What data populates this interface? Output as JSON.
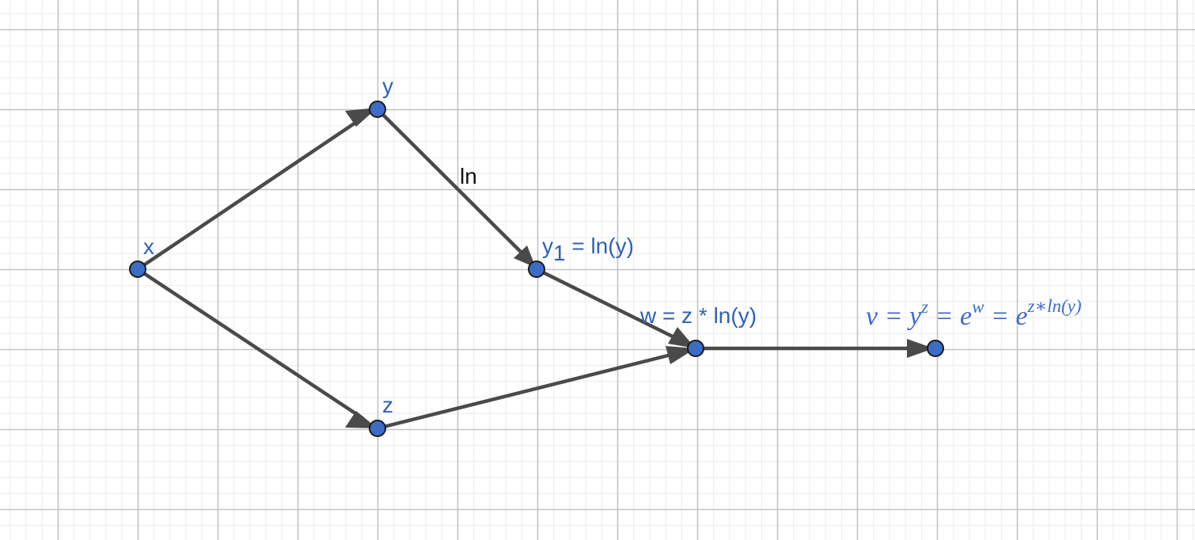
{
  "diagram": {
    "nodes": {
      "x": {
        "label": "x"
      },
      "y": {
        "label": "y"
      },
      "z": {
        "label": "z"
      },
      "y1": {
        "label_main": "y",
        "label_sub": "1",
        "label_rest": " = ln(y)"
      },
      "w": {
        "label": "w = z * ln(y)"
      },
      "v": {
        "formula_lhs": "v = y",
        "formula_exp1": "z",
        "formula_mid": " = e",
        "formula_exp2": "w",
        "formula_mid2": " = e",
        "formula_exp3": "z∗ln(y)"
      }
    },
    "edges": [
      {
        "from": "x",
        "to": "y"
      },
      {
        "from": "x",
        "to": "z"
      },
      {
        "from": "y",
        "to": "y1",
        "label": "ln"
      },
      {
        "from": "y1",
        "to": "w"
      },
      {
        "from": "z",
        "to": "w"
      },
      {
        "from": "w",
        "to": "v"
      }
    ]
  },
  "colors": {
    "node_fill": "#3d6cc7",
    "label_text": "#2f62b3",
    "edge_stroke": "#4a4a4a",
    "grid_major": "#c3c3c3",
    "grid_minor": "#ebebeb"
  }
}
